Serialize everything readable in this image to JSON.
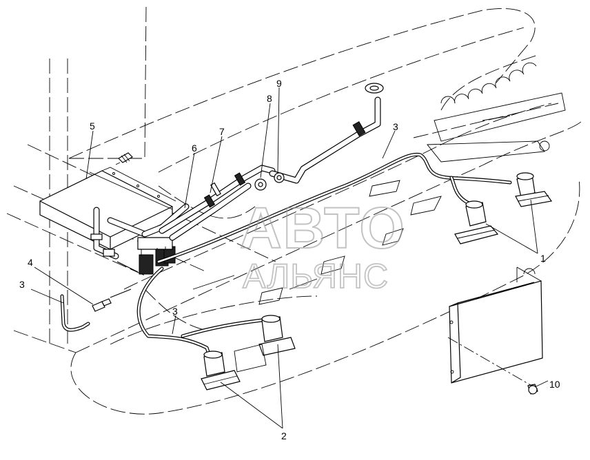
{
  "callouts": {
    "c1": "1",
    "c2": "2",
    "c3a": "3",
    "c3b": "3",
    "c3c": "3",
    "c4": "4",
    "c5": "5",
    "c6": "6",
    "c7": "7",
    "c8": "8",
    "c9": "9",
    "c10": "10"
  },
  "watermark": {
    "line1": "АВТО",
    "line2": "АЛЬЯНС"
  }
}
